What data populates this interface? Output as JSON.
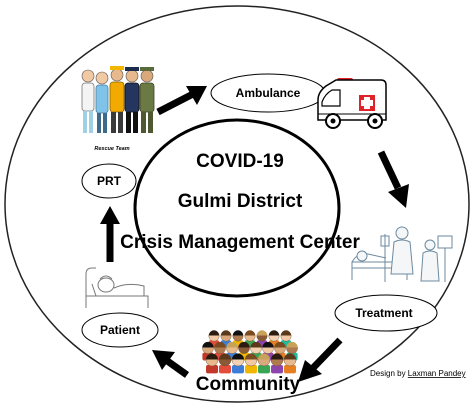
{
  "center": {
    "line1": "COVID-19",
    "line2": "Gulmi District",
    "line3": "Crisis Management Center"
  },
  "nodes": {
    "ambulance": "Ambulance",
    "treatment": "Treatment",
    "community": "Community",
    "patient": "Patient",
    "prt": "PRT",
    "rescue_team": "Rescue Team"
  },
  "credit": {
    "prefix": "Design by ",
    "author": "Laxman Pandey"
  },
  "colors": {
    "stroke": "#000000",
    "ambulance_red": "#e0232b",
    "ambulance_body": "#ffffff"
  },
  "icons": {
    "rescue_team": "rescue-team-figures",
    "ambulance": "ambulance-icon",
    "treatment": "hospital-treatment-icon",
    "community": "crowd-icon",
    "patient": "patient-in-bed-icon"
  }
}
